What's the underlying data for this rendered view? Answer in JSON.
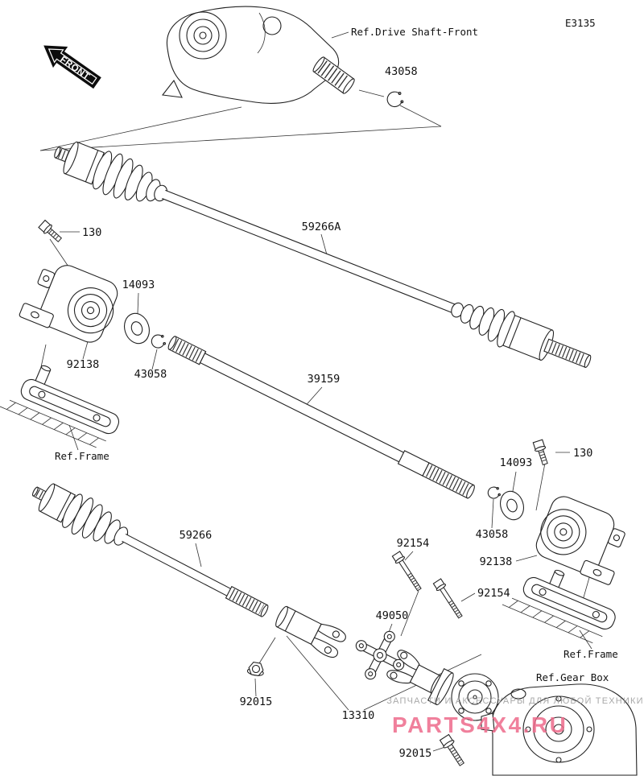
{
  "page": {
    "code": "E3135"
  },
  "front_marker": {
    "label": "FRONT"
  },
  "refs": {
    "drive_shaft_front": "Ref.Drive Shaft-Front",
    "frame_left": "Ref.Frame",
    "frame_right": "Ref.Frame",
    "gear_box": "Ref.Gear Box"
  },
  "parts": {
    "snap_ring_top": "43058",
    "front_axle": "59266A",
    "bolt_left": "130",
    "washer_left": "14093",
    "bearing_holder_left": "92138",
    "snap_ring_left": "43058",
    "propeller_shaft": "39159",
    "washer_right": "14093",
    "bolt_right": "130",
    "snap_ring_right": "43058",
    "bearing_holder_right": "92138",
    "rear_axle": "59266",
    "joint_bolt_upper": "92154",
    "joint_bolt_lower": "92154",
    "universal_joint": "49050",
    "nut_front": "92015",
    "drive_shaft_assy": "13310",
    "nut_rear": "92015"
  },
  "watermark": {
    "line1": "ЗАПЧАСТИ И АКСЕССУАРЫ ДЛЯ ЛЮБОЙ ТЕХНИКИ",
    "line2": "PARTS4X4.RU"
  },
  "colors": {
    "line": "#222222",
    "watermark_text": "#9a9a9a",
    "watermark_brand": "#ee6b8b",
    "background": "#ffffff"
  }
}
